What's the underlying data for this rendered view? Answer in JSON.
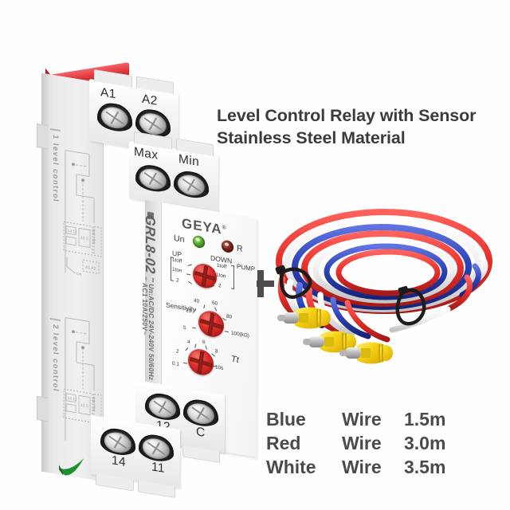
{
  "product": {
    "headline_line1": "Level Control Relay with Sensor",
    "headline_line2": "Stainless Steel Material",
    "brand": "GEYA",
    "brand_mark": "®",
    "model": "GRL8-02",
    "model_bottom": "GRL8-02"
  },
  "plus_symbol": "+",
  "relay": {
    "ratings": {
      "supply": "Un:AC/DC 24V-240V 50/60Hz",
      "contact": "AC1 10A/250V~",
      "symbol_ac_dc": "⎓",
      "symbol_ac": "∼"
    },
    "terminals": {
      "top": [
        "A1",
        "A2"
      ],
      "upper_mid": [
        "Max",
        "Min"
      ],
      "bottom_upper": [
        "12",
        "C"
      ],
      "bottom_lower": [
        "14",
        "11"
      ]
    },
    "leds": [
      {
        "label": "Un",
        "color": "#4faa2a",
        "name": "power-led"
      },
      {
        "label": "R",
        "color": "#7e211b",
        "name": "relay-led"
      }
    ],
    "mode_dial": {
      "left_header": "UP",
      "right_header": "DOWN",
      "pump_label": "PUMP",
      "left_options": [
        "1toff",
        "1ton",
        "2"
      ],
      "right_options": [
        "1toff",
        "1ton",
        "2"
      ]
    },
    "sensitivity_dial": {
      "label": "Sensitivity",
      "unit": "100(kΩ)",
      "ticks": [
        "5",
        "20",
        "40",
        "60",
        "80",
        "100(kΩ)"
      ]
    },
    "time_dial": {
      "label": "Tt",
      "ticks": [
        "0.1",
        "2",
        "4",
        "6",
        "8",
        "10s"
      ]
    },
    "side_schematic": {
      "diagram1_label": "1 level control",
      "diagram2_label": "2 level control",
      "node_labels": [
        "Un",
        "A1 A2",
        "Max Min",
        "12 C",
        "14 11"
      ]
    },
    "din_clip_color": "#d93a3e"
  },
  "harness": {
    "wires": [
      {
        "color_name": "Red",
        "hex": "#e8312c"
      },
      {
        "color_name": "White",
        "hex": "#f2f2f2"
      },
      {
        "color_name": "Blue",
        "hex": "#2d44b8"
      }
    ],
    "connector_color": "#f5d316",
    "connector_tip_color": "#c9c9c9",
    "tie_color": "#1c1c1c",
    "tie_count": 2
  },
  "wire_specs": {
    "word_wire": "Wire",
    "rows": [
      {
        "color": "Blue",
        "word": "Wire",
        "length": "1.5m"
      },
      {
        "color": "Red",
        "word": "Wire",
        "length": "3.0m"
      },
      {
        "color": "White",
        "word": "Wire",
        "length": "3.5m"
      }
    ]
  }
}
